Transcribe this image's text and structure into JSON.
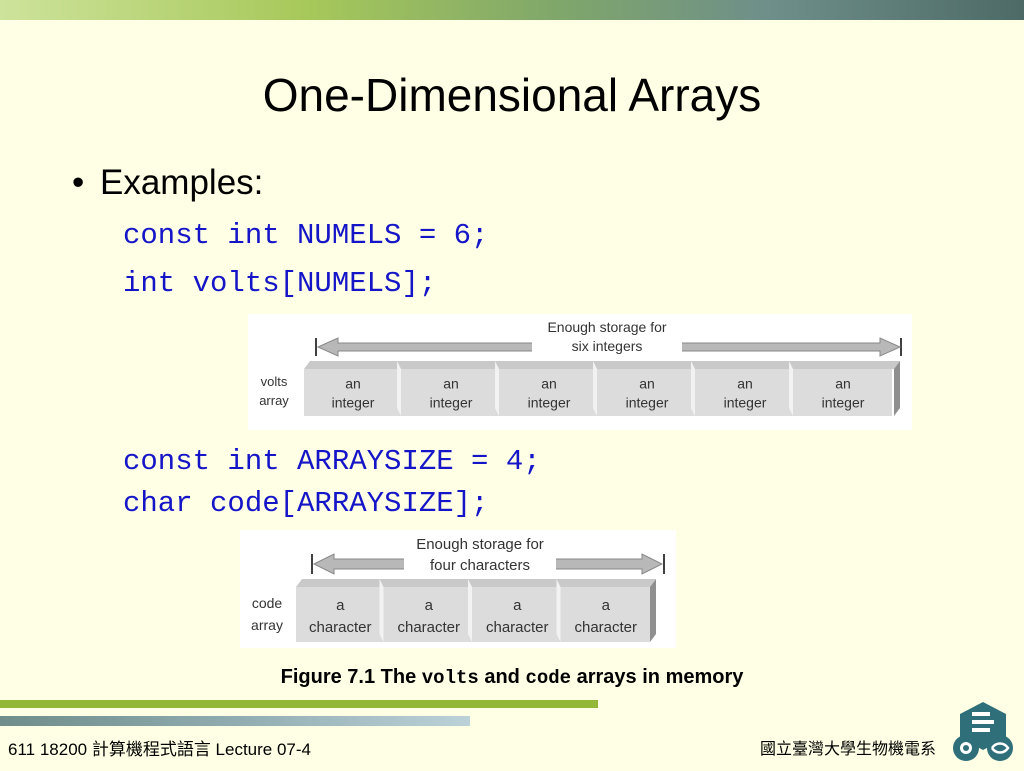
{
  "slide": {
    "title": "One-Dimensional Arrays",
    "bullet": "Examples:",
    "code": {
      "line1": "const int NUMELS = 6;",
      "line2": "int volts[NUMELS];",
      "line3": "const int ARRAYSIZE = 4;",
      "line4": "char code[ARRAYSIZE];"
    }
  },
  "figure_volts": {
    "label_line1": "volts",
    "label_line2": "array",
    "storage_line1": "Enough storage for",
    "storage_line2": "six integers",
    "cells": [
      {
        "line1": "an",
        "line2": "integer"
      },
      {
        "line1": "an",
        "line2": "integer"
      },
      {
        "line1": "an",
        "line2": "integer"
      },
      {
        "line1": "an",
        "line2": "integer"
      },
      {
        "line1": "an",
        "line2": "integer"
      },
      {
        "line1": "an",
        "line2": "integer"
      }
    ]
  },
  "figure_code": {
    "label_line1": "code",
    "label_line2": "array",
    "storage_line1": "Enough storage for",
    "storage_line2": "four characters",
    "cells": [
      {
        "line1": "a",
        "line2": "character"
      },
      {
        "line1": "a",
        "line2": "character"
      },
      {
        "line1": "a",
        "line2": "character"
      },
      {
        "line1": "a",
        "line2": "character"
      }
    ]
  },
  "caption": {
    "prefix": "Figure 7.1 The ",
    "word1": "volts",
    "middle": " and ",
    "word2": "code",
    "suffix": " arrays in memory"
  },
  "footer": {
    "course": "611 18200 計算機程式語言  Lecture 07-4",
    "department": "國立臺灣大學生物機電系"
  },
  "colors": {
    "background": "#ffffe5",
    "code_text": "#1515c8",
    "accent_green": "#92b836"
  },
  "icons": {
    "logo": "university-department-logo"
  }
}
